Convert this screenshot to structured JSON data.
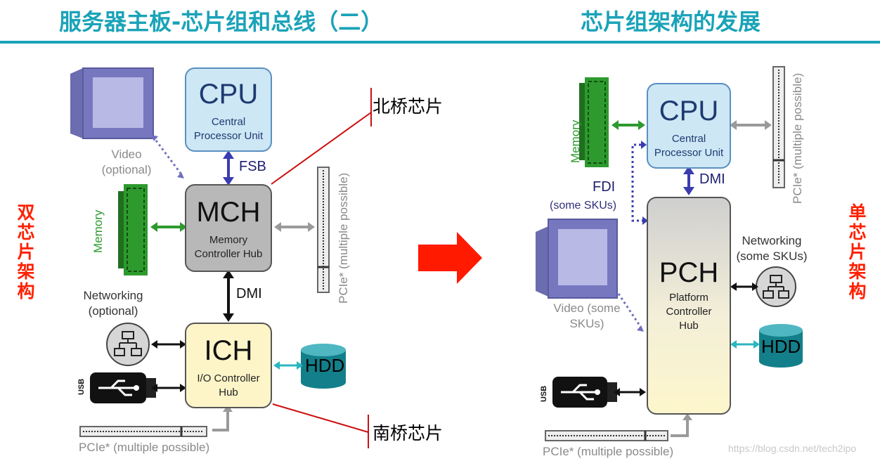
{
  "header": {
    "left_title": "服务器主板-芯片组和总线（二）",
    "right_title": "芯片组架构的发展"
  },
  "side": {
    "left_label": "双芯片架构",
    "right_label": "单芯片架构"
  },
  "callouts": {
    "north": "北桥芯片",
    "south": "南桥芯片"
  },
  "left": {
    "cpu": {
      "title": "CPU",
      "sub": "Central Processor Unit"
    },
    "fsb": "FSB",
    "mch": {
      "title": "MCH",
      "sub": "Memory Controller Hub"
    },
    "dmi": "DMI",
    "ich": {
      "title": "ICH",
      "sub": "I/O Controller Hub"
    },
    "video": "Video (optional)",
    "memory": "Memory",
    "networking": "Networking (optional)",
    "hdd": "HDD",
    "usb": "USB",
    "pcie_right": "PCIe* (multiple possible)",
    "pcie_bottom": "PCIe* (multiple possible)"
  },
  "right": {
    "cpu": {
      "title": "CPU",
      "sub": "Central Processor Unit"
    },
    "dmi": "DMI",
    "fdi": "FDI",
    "fdi_sub": "(some SKUs)",
    "pch": {
      "title": "PCH",
      "sub": "Platform Controller Hub"
    },
    "memory": "Memory",
    "video": "Video (some SKUs)",
    "networking": "Networking (some SKUs)",
    "hdd": "HDD",
    "usb": "USB",
    "pcie_right": "PCIe* (multiple possible)",
    "pcie_bottom": "PCIe* (multiple possible)"
  },
  "watermark": "https://blog.csdn.net/tech2ipo",
  "colors": {
    "title": "#1aa3b8",
    "side_label": "#ff2000",
    "arrow": "#ff2000",
    "cpu_fill": "#cde7f5",
    "mch_fill": "#b8b8b8",
    "ich_fill": "#fdf5c8",
    "memory_green": "#2e9a2e",
    "dmi_blue": "#3b3bb0",
    "hdd_teal": "#137f8a"
  }
}
